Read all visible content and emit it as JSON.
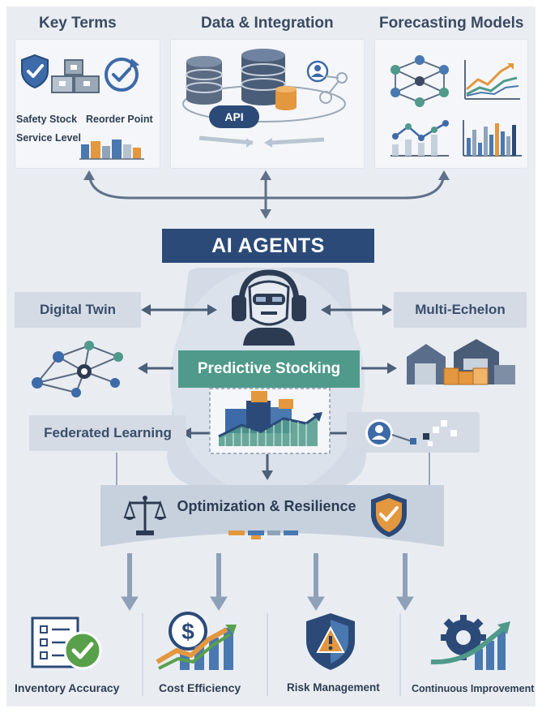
{
  "header": {
    "key_terms": "Key Terms",
    "data_integration": "Data & Integration",
    "forecasting_models": "Forecasting Models"
  },
  "key_terms": {
    "safety_stock": "Safety Stock",
    "reorder_point": "Reorder Point",
    "service_level": "Service Level"
  },
  "data_integration": {
    "api_label": "API"
  },
  "center": {
    "ai_agents": "AI AGENTS",
    "predictive_stocking": "Predictive Stocking",
    "optimization": "Optimization & Resilience"
  },
  "side": {
    "digital_twin": "Digital Twin",
    "multi_echelon": "Multi-Echelon",
    "federated_learning": "Federated Learning"
  },
  "outcomes": {
    "inventory_accuracy": "Inventory Accuracy",
    "cost_efficiency": "Cost Efficiency",
    "risk_management": "Risk Management",
    "continuous_improvement": "Continuous Improvement"
  },
  "colors": {
    "navy": "#2c4a78",
    "teal": "#4f9a8a",
    "orange": "#e3973e",
    "blue": "#4a78b0",
    "green": "#58a04a"
  }
}
